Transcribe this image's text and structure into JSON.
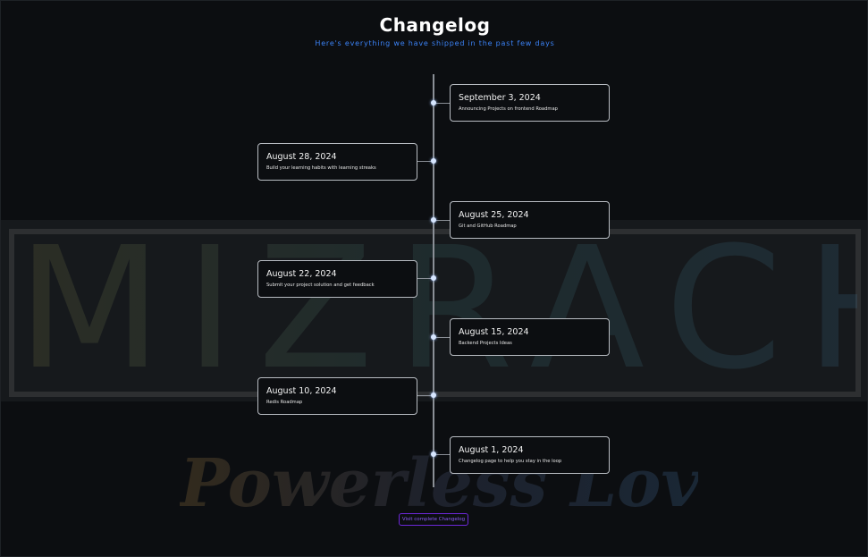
{
  "header": {
    "title": "Changelog",
    "subtitle": "Here's everything we have shipped in the past few days"
  },
  "watermark": {
    "main": "MIZRACH",
    "script": "Powerless Love"
  },
  "entries": [
    {
      "date": "September 3, 2024",
      "description": "Announcing Projects on frontend Roadmap",
      "side": "right"
    },
    {
      "date": "August 28, 2024",
      "description": "Build your learning habits with learning streaks",
      "side": "left"
    },
    {
      "date": "August 25, 2024",
      "description": "Git and GitHub Roadmap",
      "side": "right"
    },
    {
      "date": "August 22, 2024",
      "description": "Submit your project solution and get feedback",
      "side": "left"
    },
    {
      "date": "August 15, 2024",
      "description": "Backend Projects Ideas",
      "side": "right"
    },
    {
      "date": "August 10, 2024",
      "description": "Redis Roadmap",
      "side": "left"
    },
    {
      "date": "August 1, 2024",
      "description": "Changelog page to help you stay in the loop",
      "side": "right"
    }
  ],
  "footer": {
    "button_label": "Visit complete Changelog"
  },
  "colors": {
    "background": "#0c0e11",
    "accent_blue": "#3b82f6",
    "accent_purple": "#8b5cf6"
  }
}
